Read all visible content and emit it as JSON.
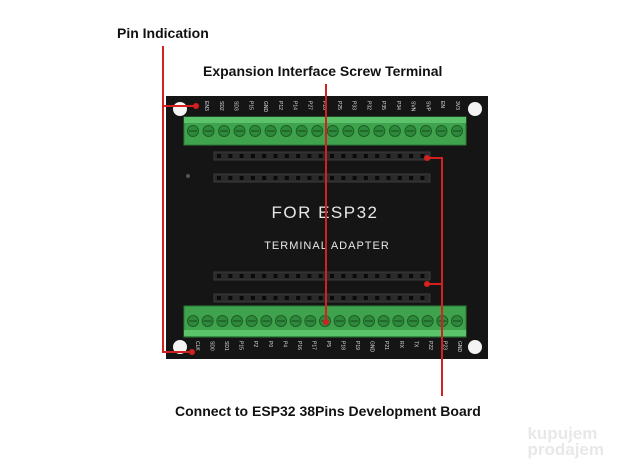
{
  "callouts": {
    "pin_indication": "Pin Indication",
    "expansion": "Expansion Interface Screw Terminal",
    "connect": "Connect to ESP32 38Pins Development Board"
  },
  "board": {
    "title": "FOR ESP32",
    "subtitle": "TERMINAL ADAPTER",
    "top_pins": [
      "EN3",
      "SD2",
      "SD3",
      "P15",
      "GND",
      "P12",
      "P14",
      "P27",
      "P26",
      "P25",
      "P33",
      "P32",
      "P35",
      "P34",
      "SVN",
      "SVP",
      "EN",
      "3V3"
    ],
    "bottom_pins": [
      "CLK",
      "SD0",
      "SD1",
      "P15",
      "P2",
      "P0",
      "P4",
      "P16",
      "P17",
      "P5",
      "P18",
      "P19",
      "GND",
      "P21",
      "RX",
      "TX",
      "P22",
      "P23",
      "GND"
    ]
  },
  "watermark": {
    "line1": "kupujem",
    "line2": "prodajem"
  },
  "colors": {
    "board": "#151515",
    "terminal": "#3fa34d",
    "callout_line": "#d42020",
    "silk": "#e8e8e8"
  }
}
